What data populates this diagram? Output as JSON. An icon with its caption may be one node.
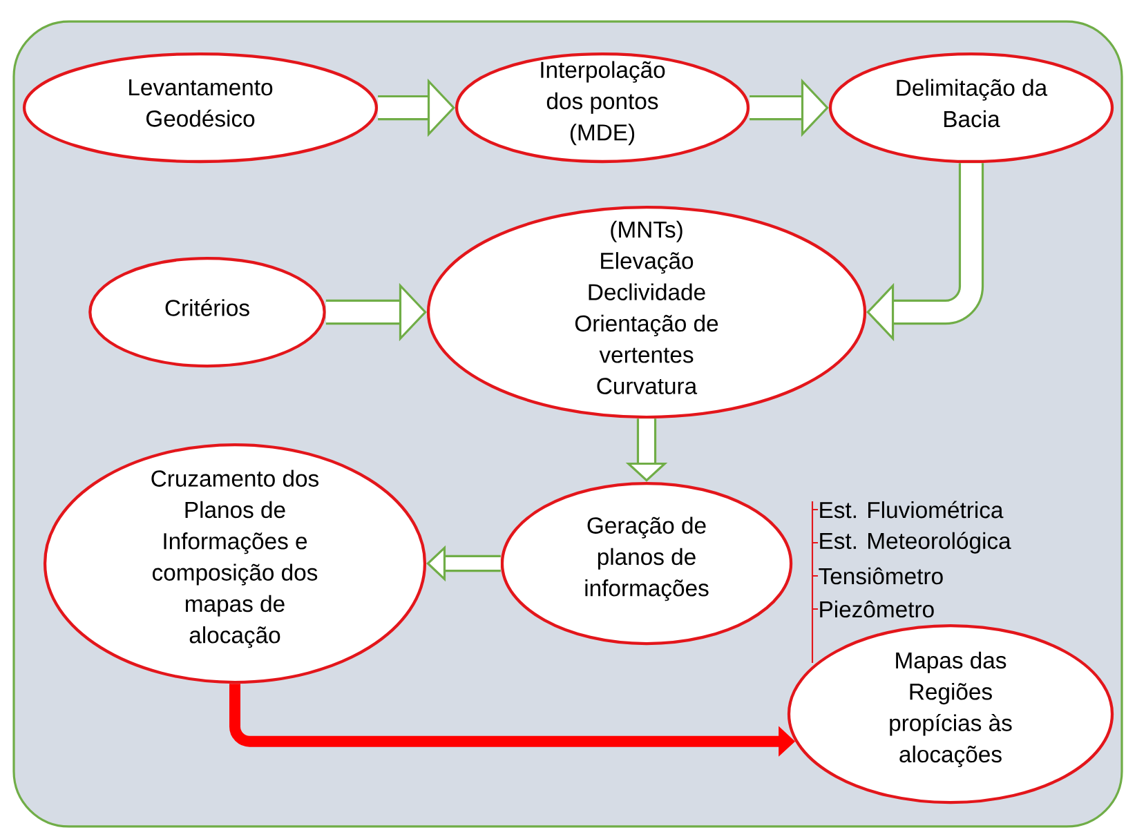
{
  "diagram": {
    "nodes": [
      {
        "text": [],
        "shape": "box"
      },
      {
        "text": [
          "Levantamento Geodésico"
        ],
        "in": 0
      },
      {
        "text": [
          "Interpolação dos pontos (MDE)"
        ],
        "in": 0
      },
      {
        "text": [
          "Delimitação da Bacia"
        ],
        "in": 0
      },
      {
        "text": [
          "Critérios"
        ],
        "in": 0
      },
      {
        "text": [
          "(MNTs)",
          "Elevação",
          "Declividade",
          "Orientação de vertentes",
          "Curvatura"
        ],
        "in": 0
      },
      {
        "text": [
          "Cruzamento dos Planos de Informações e composição dos mapas de alocação"
        ],
        "in": 0
      },
      {
        "text": [
          "Geração de planos de informações"
        ],
        "in": 0
      },
      {
        "text": [
          "Mapas das Regiões propícias às alocações"
        ],
        "in": 0
      }
    ],
    "edges": [
      {
        "from": 1,
        "to": 2,
        "arrow": "to"
      },
      {
        "from": 2,
        "to": 3,
        "arrow": "to"
      },
      {
        "from": 3,
        "to": 5,
        "arrow": "to"
      },
      {
        "from": 4,
        "to": 5,
        "arrow": "to"
      },
      {
        "from": 5,
        "to": 7,
        "arrow": "to"
      },
      {
        "from": 7,
        "to": 6,
        "arrow": "to"
      },
      {
        "from": 6,
        "to": 8,
        "arrow": "to",
        "color": "#ff0000"
      }
    ],
    "labels": [
      "Est. Fluviométrica",
      "Est. Meteorológica",
      "Tensiômetro",
      "Piezômetro"
    ]
  }
}
